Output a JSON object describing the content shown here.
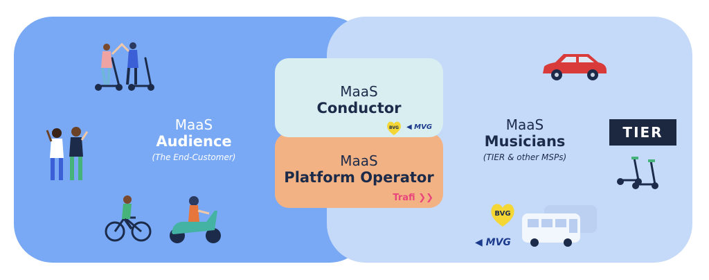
{
  "audience": {
    "line1": "MaaS",
    "line2": "Audience",
    "sub": "(The End-Customer)"
  },
  "conductor": {
    "line1": "MaaS",
    "line2": "Conductor"
  },
  "operator": {
    "line1": "MaaS",
    "line2": "Platform Operator"
  },
  "musicians": {
    "line1": "MaaS",
    "line2": "Musicians",
    "sub": "(TIER & other MSPs)"
  },
  "logos": {
    "bvg": "BVG",
    "mvg": "MVG",
    "trafi": "Trafi",
    "trafi_arrows": "❯❯",
    "tier": "TIER"
  },
  "colors": {
    "left_panel": "#79a9f5",
    "right_panel": "#c5daf8",
    "conductor_card": "#d8eef0",
    "operator_card": "#f3b283",
    "bvg_yellow": "#f4d635",
    "mvg_blue": "#1b3a8c",
    "trafi_pink": "#e8467c",
    "tier_dark": "#1c2740"
  },
  "icons": [
    "scooter-riders-high-five-icon",
    "two-people-waving-icon",
    "bicycle-rider-icon",
    "moped-rider-icon",
    "red-car-icon",
    "e-scooters-icon",
    "buses-icon"
  ]
}
